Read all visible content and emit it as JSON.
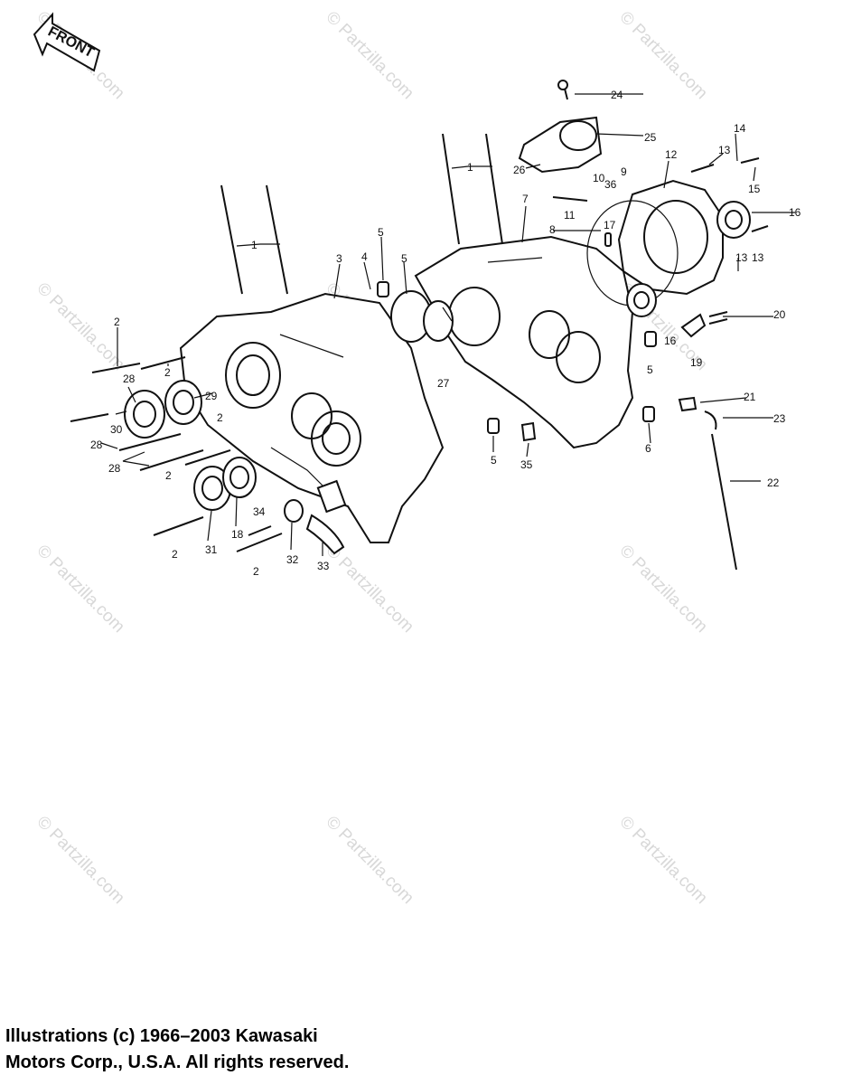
{
  "front_tag": "FRONT",
  "watermark_text": "© Partzilla.com",
  "callouts": [
    "1",
    "1",
    "2",
    "2",
    "2",
    "2",
    "2",
    "2",
    "3",
    "4",
    "5",
    "5",
    "5",
    "5",
    "6",
    "7",
    "8",
    "9",
    "10",
    "36",
    "11",
    "12",
    "13",
    "13",
    "13",
    "14",
    "15",
    "16",
    "16",
    "17",
    "18",
    "19",
    "20",
    "21",
    "22",
    "23",
    "24",
    "25",
    "26",
    "27",
    "28",
    "28",
    "28",
    "29",
    "30",
    "31",
    "32",
    "33",
    "34",
    "35"
  ],
  "copyright": {
    "line1": "Illustrations (c) 1966–2003 Kawasaki",
    "line2": "Motors Corp., U.S.A.  All rights reserved."
  }
}
